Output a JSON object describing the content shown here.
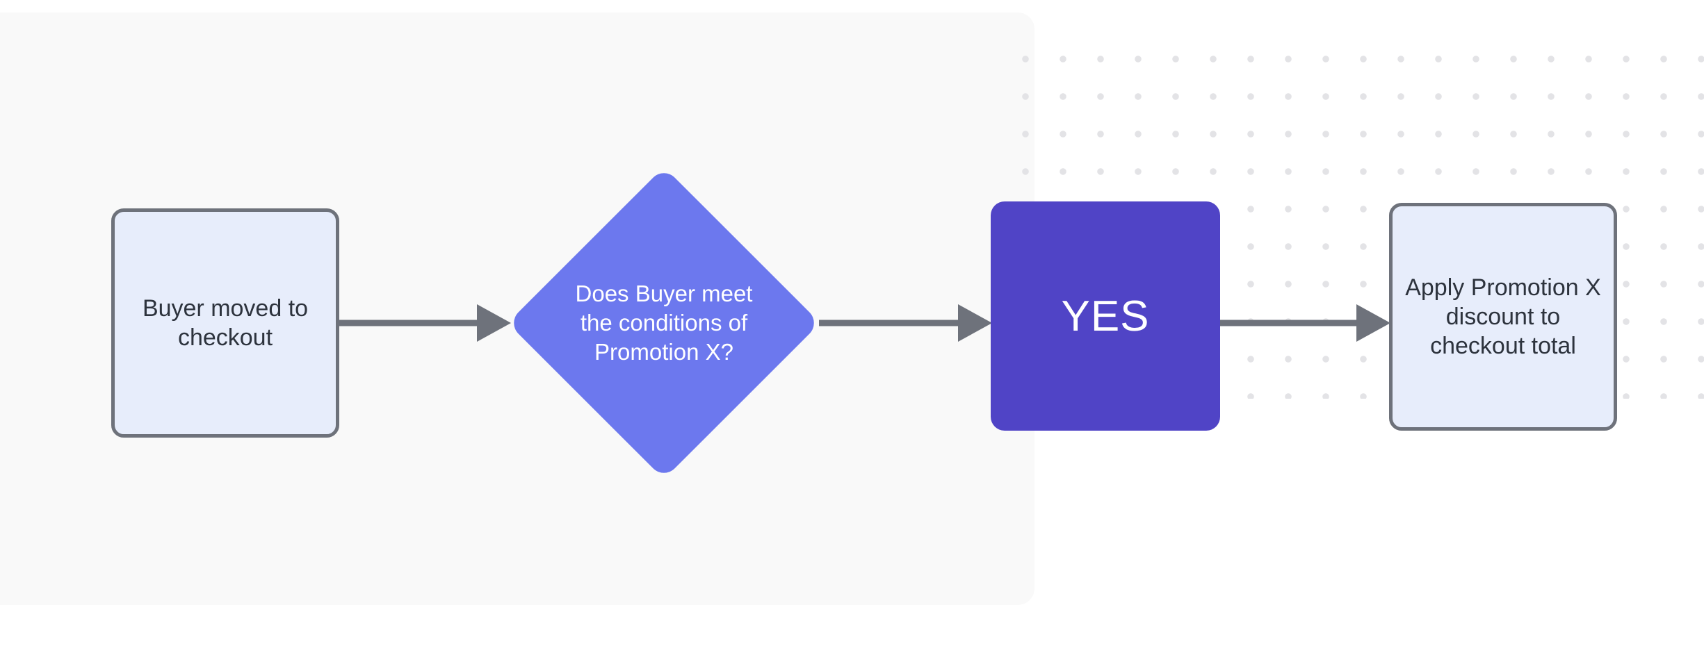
{
  "diagram": {
    "type": "flowchart",
    "nodes": [
      {
        "id": "start",
        "shape": "rounded-rectangle",
        "label": "Buyer moved to checkout"
      },
      {
        "id": "decision",
        "shape": "diamond",
        "label": "Does Buyer meet the conditions of Promotion X?"
      },
      {
        "id": "yes",
        "shape": "rounded-rectangle",
        "label": "YES"
      },
      {
        "id": "action",
        "shape": "rounded-rectangle",
        "label": "Apply Promotion X discount to checkout total"
      }
    ],
    "edges": [
      {
        "from": "start",
        "to": "decision"
      },
      {
        "from": "decision",
        "to": "yes"
      },
      {
        "from": "yes",
        "to": "action"
      }
    ]
  },
  "colors": {
    "box_fill": "#e7edfb",
    "box_border": "#6e727b",
    "decision_fill": "#6c78ee",
    "yes_fill": "#5044c6",
    "arrow": "#6e727b",
    "panel": "#f9f9f9"
  }
}
